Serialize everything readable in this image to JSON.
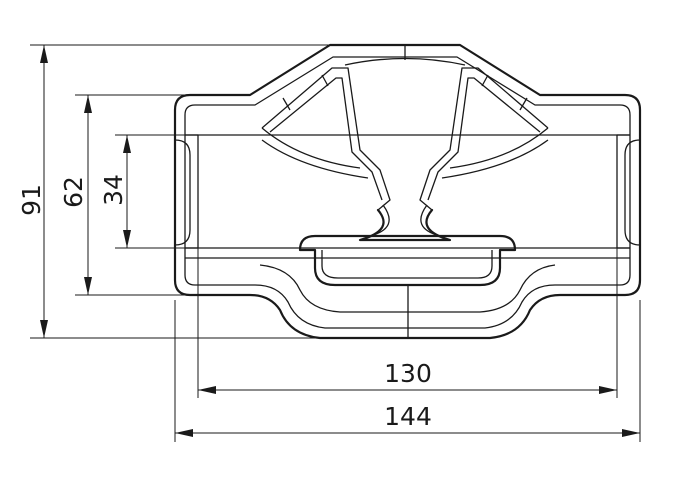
{
  "dimensions": {
    "overall_height": "91",
    "flange_height": "62",
    "bore_diameter": "34",
    "inner_length": "130",
    "overall_length": "144"
  }
}
